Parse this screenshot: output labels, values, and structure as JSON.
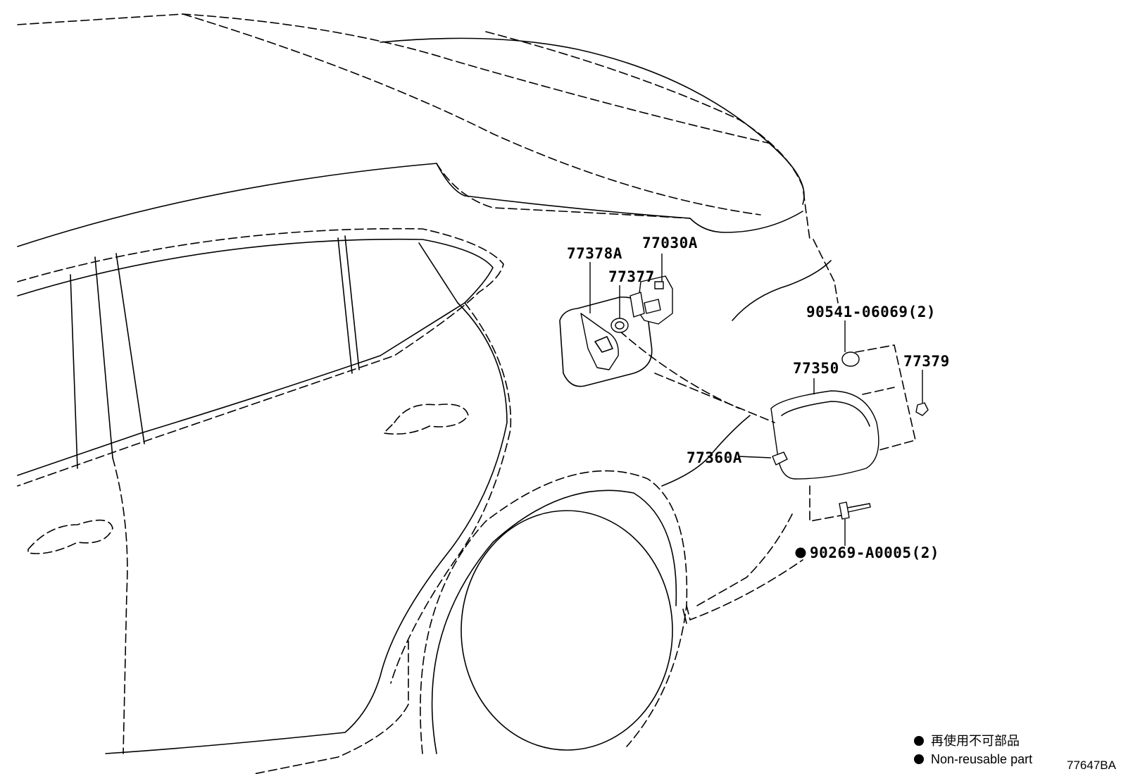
{
  "callouts": {
    "p77378A": "77378A",
    "p77030A": "77030A",
    "p77377": "77377",
    "p90541": "90541-06069(2)",
    "p77350": "77350",
    "p77379": "77379",
    "p77360A": "77360A",
    "p90269": "90269-A0005(2)"
  },
  "legend": {
    "jp": "再使用不可部品",
    "en": "Non-reusable part"
  },
  "diagram_code": "77647BA"
}
